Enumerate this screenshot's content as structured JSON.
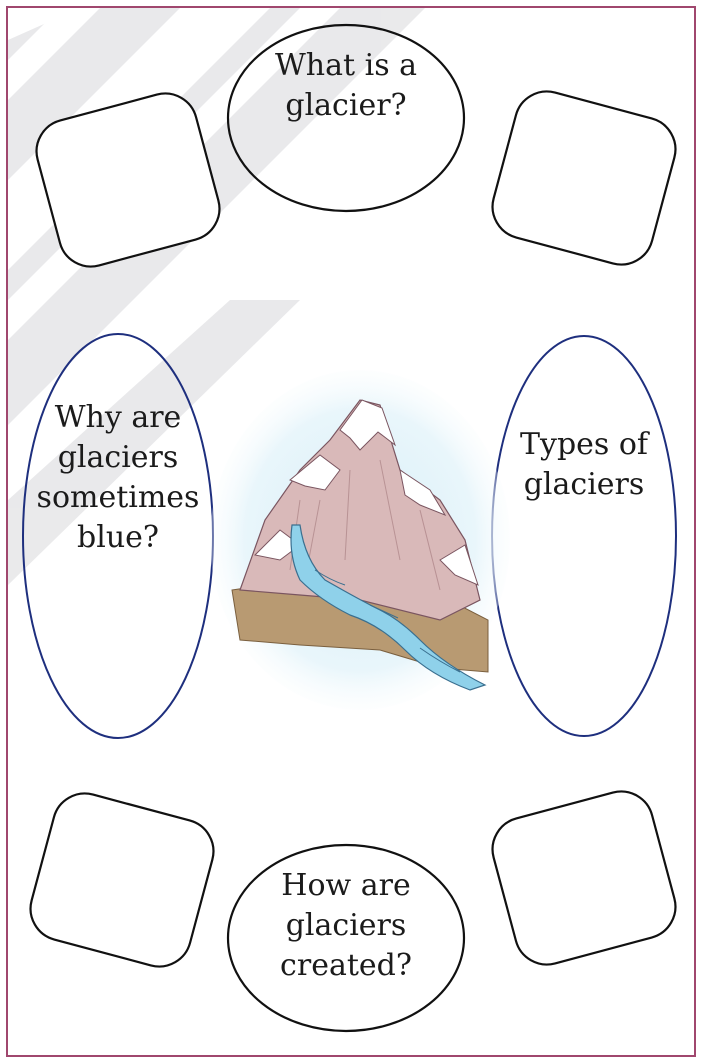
{
  "colors": {
    "frame_border": "#a0476e",
    "stripe": "#e6e6e8",
    "oval_blue": "#1e2f7e",
    "outline_black": "#111111",
    "water": "#8fd1ea",
    "rock_pink": "#d9b9b9",
    "earth": "#b89a72"
  },
  "prompts": {
    "top": [
      "What is a",
      "glacier?"
    ],
    "left": [
      "Why are",
      "glaciers",
      "sometimes",
      "blue?"
    ],
    "right": [
      "Types of",
      "glaciers"
    ],
    "bottom": [
      "How are",
      "glaciers",
      "created?"
    ]
  },
  "illustration": {
    "subject": "glacier-mountain-icon"
  }
}
